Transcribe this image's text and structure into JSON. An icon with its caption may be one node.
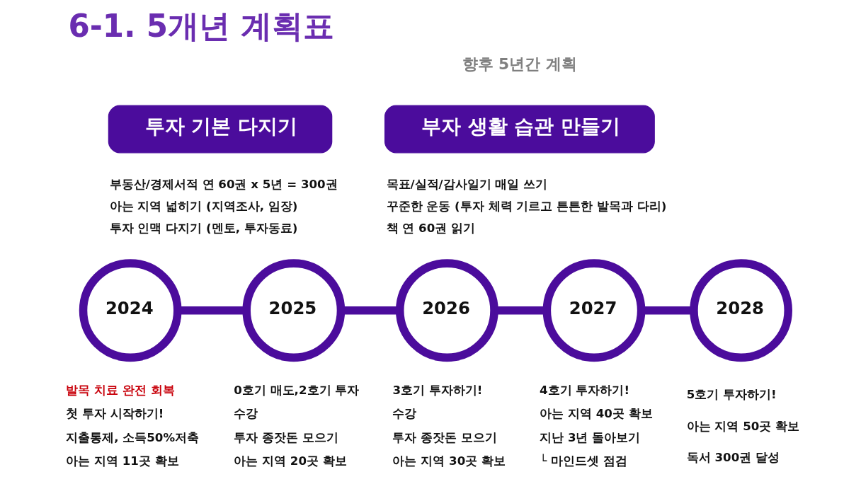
{
  "diagram": {
    "title": "6-1. 5개년 계획표",
    "nodes": [
      {
        "text": [
          "투자 기본 다지기"
        ],
        "beside": [
          "부동산/경제서적 연 60권 x 5년 = 300권",
          "아는 지역 넓히기 (지역조사, 임장)",
          "투자 인맥 다지기 (멘토, 투자동료)"
        ]
      },
      {
        "text": [
          "부자 생활 습관 만들기"
        ],
        "beside": [
          "목표/실적/감사일기 매일 쓰기",
          "꾸준한 운동 (투자 체력 기르고 튼튼한 발목과 다리)",
          "책 연 60권 읽기"
        ]
      },
      {
        "text": [
          "2024"
        ],
        "beside": [
          "발목 치료 완전 회복",
          "첫 투자 시작하기!",
          "지출통제, 소득50%저축",
          "아는 지역 11곳 확보"
        ]
      },
      {
        "text": [
          "2025"
        ],
        "beside": [
          "0호기 매도,2호기 투자",
          "수강",
          "투자 종잣돈 모으기",
          "아는 지역 20곳 확보"
        ]
      },
      {
        "text": [
          "2026"
        ],
        "beside": [
          "3호기 투자하기!",
          "수강",
          "투자 종잣돈 모으기",
          "아는 지역 30곳 확보"
        ]
      },
      {
        "text": [
          "2027"
        ],
        "beside": [
          "4호기 투자하기!",
          "아는 지역 40곳 확보",
          "지난 3년 돌아보기",
          "└ 마인드셋 점검"
        ]
      },
      {
        "text": [
          "2028"
        ],
        "beside": [
          "5호기 투자하기!",
          "아는 지역 50곳 확보",
          "독서 300권 달성"
        ]
      }
    ],
    "edges": [
      {
        "from": 2,
        "to": 3,
        "arrow": "none"
      },
      {
        "from": 3,
        "to": 4,
        "arrow": "none"
      },
      {
        "from": 4,
        "to": 5,
        "arrow": "none"
      },
      {
        "from": 5,
        "to": 6,
        "arrow": "none"
      }
    ],
    "labels": [
      "향후 5년간 계획"
    ]
  }
}
